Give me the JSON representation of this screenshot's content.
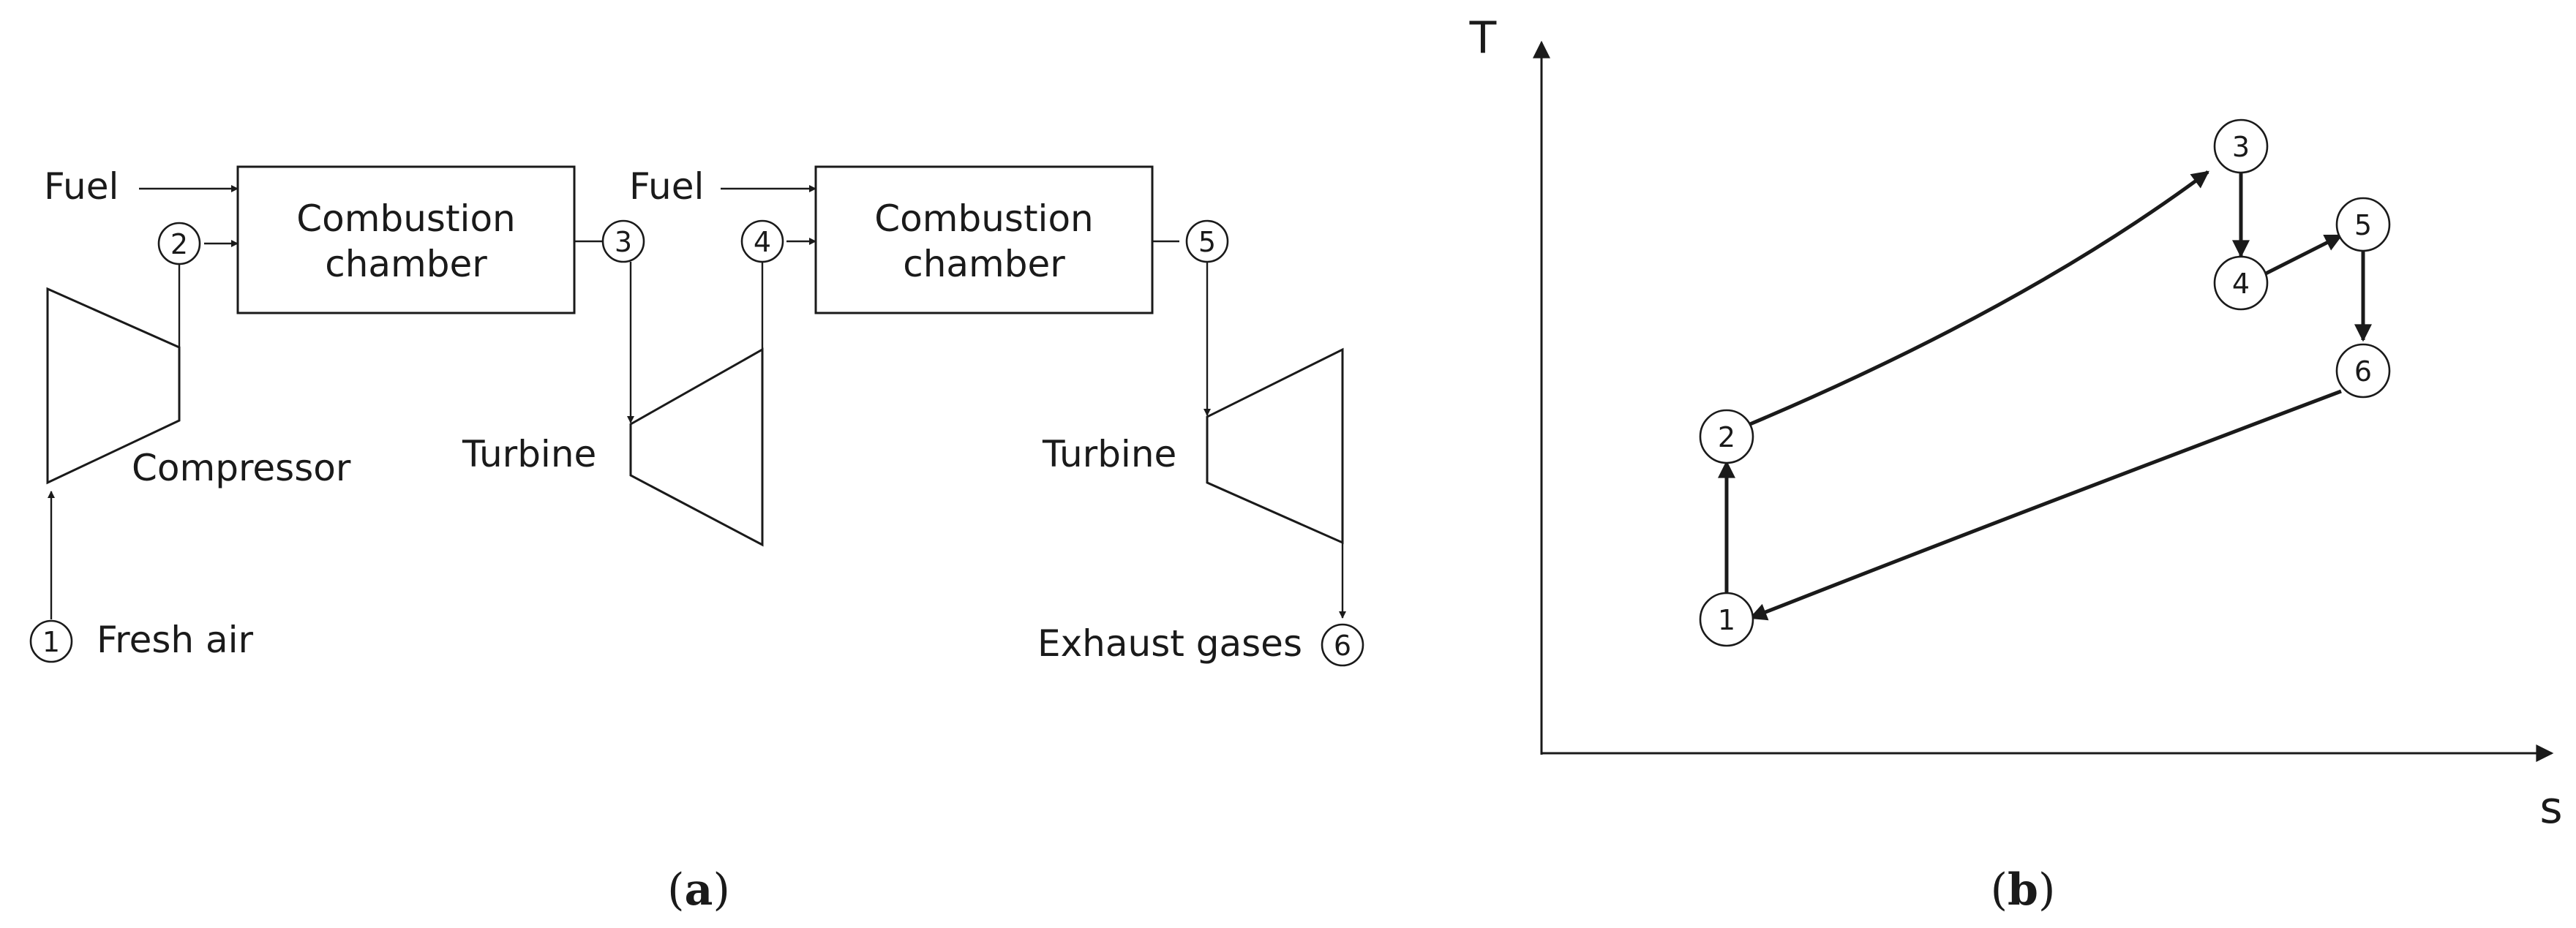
{
  "panel_a": {
    "fuel_label_1": "Fuel",
    "fuel_label_2": "Fuel",
    "combustion_1": [
      "Combustion",
      "chamber"
    ],
    "combustion_2": [
      "Combustion",
      "chamber"
    ],
    "compressor": "Compressor",
    "turbine_1": "Turbine",
    "turbine_2": "Turbine",
    "fresh_air": "Fresh air",
    "exhaust": "Exhaust gases",
    "states": [
      "1",
      "2",
      "3",
      "4",
      "5",
      "6"
    ],
    "caption_letter": "a"
  },
  "panel_b": {
    "y_axis": "T",
    "x_axis": "s",
    "states": [
      "1",
      "2",
      "3",
      "4",
      "5",
      "6"
    ],
    "caption_letter": "b"
  }
}
